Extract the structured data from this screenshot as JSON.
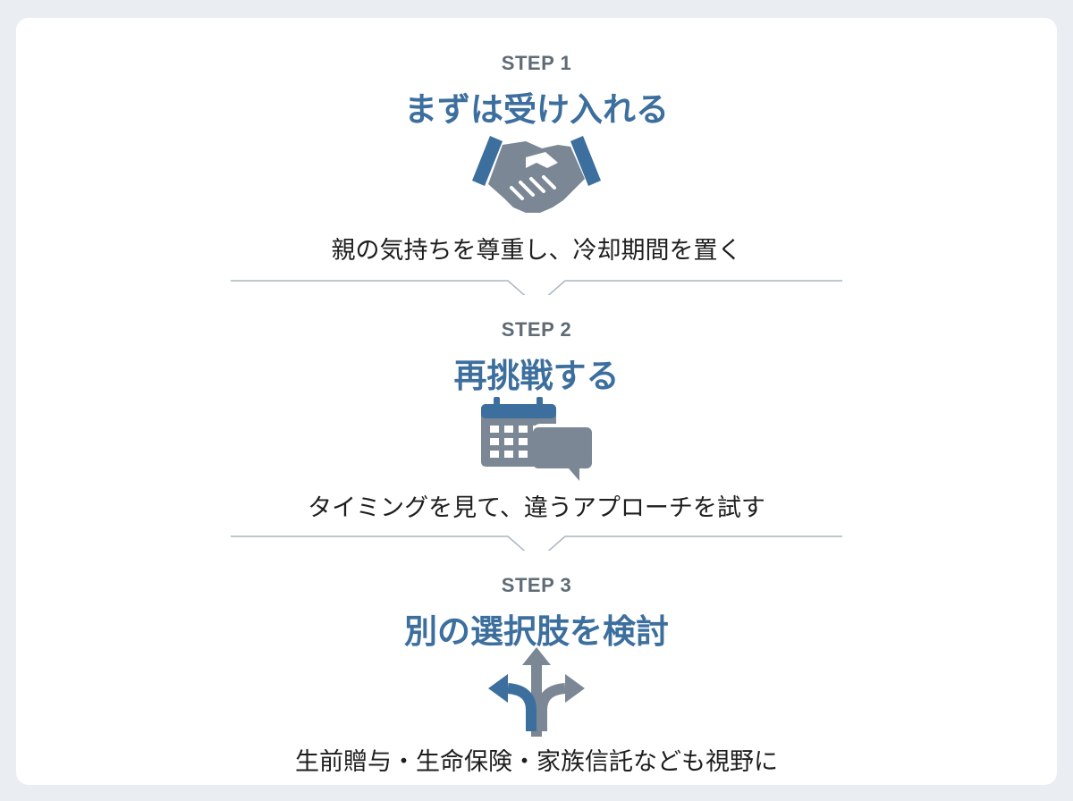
{
  "steps": [
    {
      "label": "STEP 1",
      "title": "まずは受け入れる",
      "icon": "handshake-icon",
      "description": "親の気持ちを尊重し、冷却期間を置く"
    },
    {
      "label": "STEP 2",
      "title": "再挑戦する",
      "icon": "calendar-chat-icon",
      "description": "タイミングを見て、違うアプローチを試す"
    },
    {
      "label": "STEP 3",
      "title": "別の選択肢を検討",
      "icon": "split-arrows-icon",
      "description": "生前贈与・生命保険・家族信託なども視野に"
    }
  ],
  "colors": {
    "accent_blue": "#3d6f9e",
    "icon_gray": "#7b8794",
    "label_gray": "#5f6b76",
    "divider": "#a9b6c2",
    "background": "#eaeef3",
    "card": "#ffffff"
  }
}
